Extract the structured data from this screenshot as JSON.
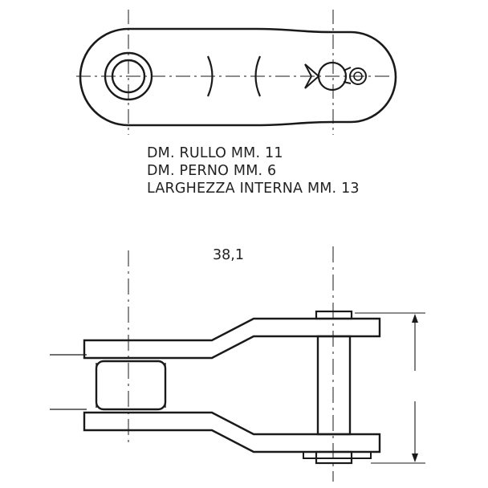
{
  "specs": {
    "roller_diameter": "DM. RULLO MM. 11",
    "pin_diameter": "DM. PERNO MM. 6",
    "inner_width": "LARGHEZZA INTERNA MM. 13"
  },
  "dimensions": {
    "pitch": "38,1"
  },
  "colors": {
    "line": "#1a1a1a",
    "background": "#ffffff"
  }
}
